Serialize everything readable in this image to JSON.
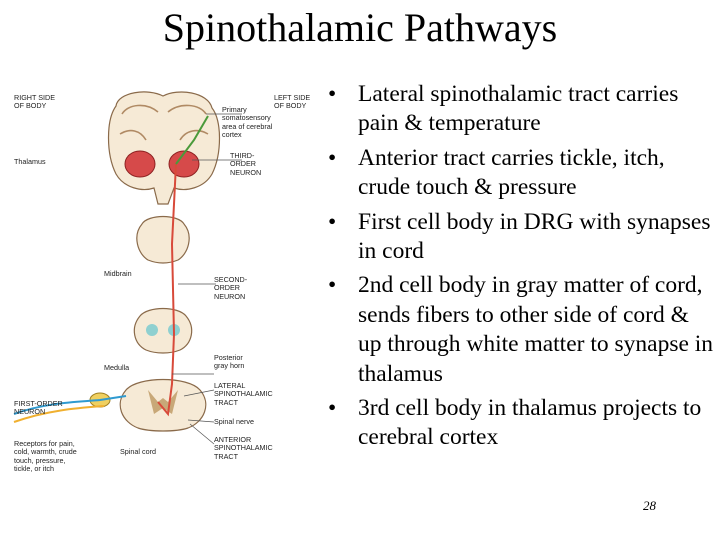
{
  "title": "Spinothalamic Pathways",
  "bullet_glyph": "•",
  "bullets": [
    "Lateral spinothalamic tract carries pain & temperature",
    "Anterior tract carries tickle, itch, crude touch & pressure",
    "First cell body in DRG with synapses in cord",
    "2nd cell body in gray matter of cord, sends fibers to other side of cord & up through white matter to synapse in thalamus",
    "3rd cell body in thalamus projects to cerebral cortex"
  ],
  "page_number": "28",
  "figure": {
    "labels": {
      "right_side": "RIGHT SIDE\nOF BODY",
      "left_side": "LEFT SIDE\nOF BODY",
      "cortex": "Primary\nsomatosensory\narea of cerebral\ncortex",
      "thalamus": "Thalamus",
      "third_order": "THIRD-\nORDER\nNEURON",
      "midbrain": "Midbrain",
      "second_order": "SECOND-\nORDER\nNEURON",
      "medulla": "Medulla",
      "posterior_horn": "Posterior\ngray horn",
      "lateral_tract": "LATERAL\nSPINOTHALAMIC\nTRACT",
      "first_order": "FIRST-ORDER\nNEURON",
      "spinal_nerve": "Spinal nerve",
      "receptors": "Receptors for pain,\ncold, warmth, crude\ntouch, pressure,\ntickle, or itch",
      "spinal_cord": "Spinal cord",
      "anterior_tract": "ANTERIOR\nSPINOTHALAMIC\nTRACT"
    }
  }
}
